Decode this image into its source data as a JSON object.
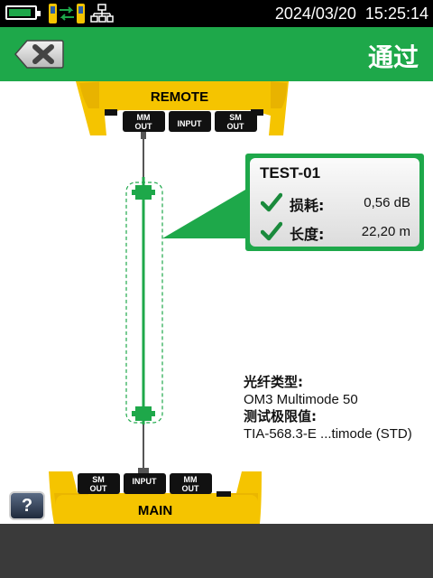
{
  "status_bar": {
    "date": "2024/03/20",
    "time": "15:25:14",
    "battery_level": 0.9,
    "icons": [
      "battery-icon",
      "link-status-icon",
      "network-icon"
    ]
  },
  "header": {
    "title": "通过",
    "close_icon": "close-icon"
  },
  "remote_unit": {
    "label": "REMOTE",
    "ports": [
      "MM\nOUT",
      "INPUT",
      "SM\nOUT"
    ]
  },
  "main_unit": {
    "label": "MAIN",
    "ports": [
      "SM\nOUT",
      "INPUT",
      "MM\nOUT"
    ]
  },
  "result": {
    "test_name": "TEST-01",
    "rows": [
      {
        "label": "损耗:",
        "value": "0,56 dB",
        "status": "pass"
      },
      {
        "label": "长度:",
        "value": "22,20 m",
        "status": "pass"
      }
    ]
  },
  "fiber_info": {
    "fiber_type_label": "光纤类型:",
    "fiber_type_value": "OM3 Multimode 50",
    "limit_label": "测试极限值:",
    "limit_value": "TIA-568.3-E ...timode (STD)"
  },
  "help": {
    "label": "?"
  },
  "colors": {
    "accent_green": "#1ea84a",
    "unit_yellow": "#f5c400",
    "status_bar": "#000000",
    "bottom_bar": "#3a3a3a"
  }
}
